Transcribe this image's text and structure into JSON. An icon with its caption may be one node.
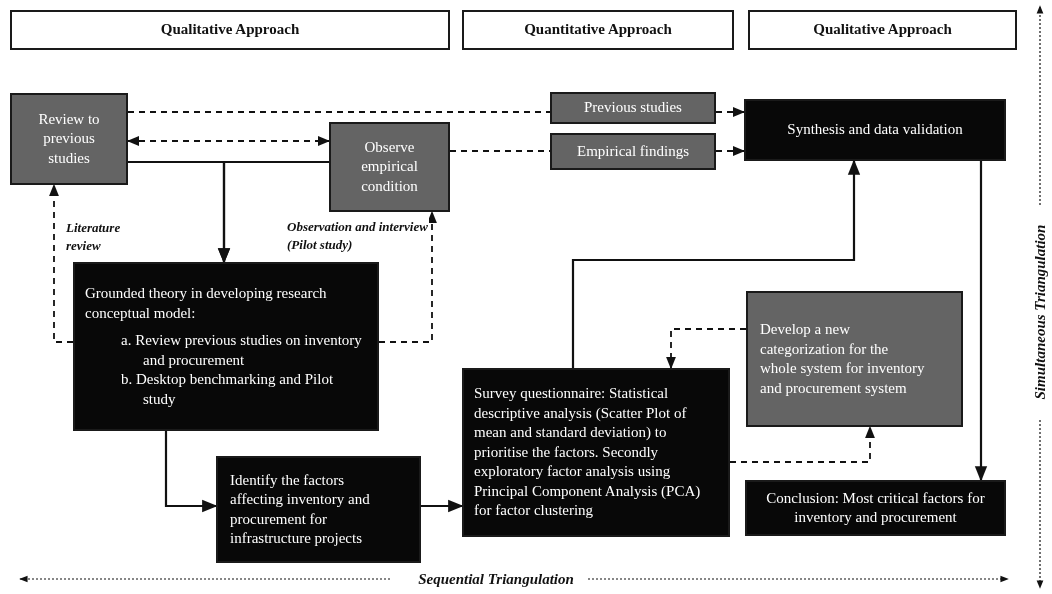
{
  "diagram": {
    "nodes": [
      {
        "text": [
          "Qualitative Approach"
        ]
      },
      {
        "text": [
          "Quantitative Approach"
        ]
      },
      {
        "text": [
          "Qualitative Approach"
        ]
      },
      {
        "text": [
          "Review to previous studies"
        ]
      },
      {
        "text": [
          "Observe empirical condition"
        ]
      },
      {
        "text": [
          "Previous studies"
        ]
      },
      {
        "text": [
          "Empirical findings"
        ]
      },
      {
        "text": [
          "Synthesis and data validation"
        ]
      },
      {
        "text": [
          "Grounded theory in developing research conceptual model:",
          "a. Review previous studies on inventory and procurement",
          "b. Desktop benchmarking and Pilot study"
        ]
      },
      {
        "text": [
          "Develop a new categorization for the whole system for inventory and procurement system"
        ]
      },
      {
        "text": [
          "Survey questionnaire:  Statistical descriptive analysis (Scatter Plot of mean and standard deviation) to prioritise the factors. Secondly exploratory factor analysis using Principal Component Analysis (PCA) for factor clustering"
        ]
      },
      {
        "text": [
          "Identify the factors affecting inventory and procurement for infrastructure projects"
        ]
      },
      {
        "text": [
          "Conclusion: Most critical factors for inventory and procurement"
        ]
      }
    ],
    "edges": [
      {
        "from": 3,
        "to": 5,
        "arrow": "none",
        "style": "dashed"
      },
      {
        "from": 5,
        "to": 7,
        "arrow": "to",
        "style": "dashed"
      },
      {
        "from": 3,
        "to": 4,
        "arrow": "both",
        "style": "dashed"
      },
      {
        "from": 4,
        "to": 6,
        "arrow": "none",
        "style": "dashed"
      },
      {
        "from": 6,
        "to": 7,
        "arrow": "to",
        "style": "dashed"
      },
      {
        "from": 3,
        "to": 8,
        "arrow": "to"
      },
      {
        "from": 4,
        "to": 8,
        "arrow": "to"
      },
      {
        "from": 8,
        "to": 3,
        "arrow": "to",
        "style": "dashed",
        "label": "Literature review"
      },
      {
        "from": 8,
        "to": 4,
        "arrow": "to",
        "style": "dashed",
        "label": "Observation and interview (Pilot study)"
      },
      {
        "from": 8,
        "to": 11,
        "arrow": "to"
      },
      {
        "from": 11,
        "to": 10,
        "arrow": "to"
      },
      {
        "from": 10,
        "to": 7,
        "arrow": "to"
      },
      {
        "from": 9,
        "to": 10,
        "arrow": "to",
        "style": "dashed"
      },
      {
        "from": 10,
        "to": 9,
        "arrow": "to",
        "style": "dashed"
      },
      {
        "from": 7,
        "to": 12,
        "arrow": "to"
      }
    ],
    "labels": [
      "Sequential Triangulation",
      "Simultaneous Triangulation"
    ]
  }
}
